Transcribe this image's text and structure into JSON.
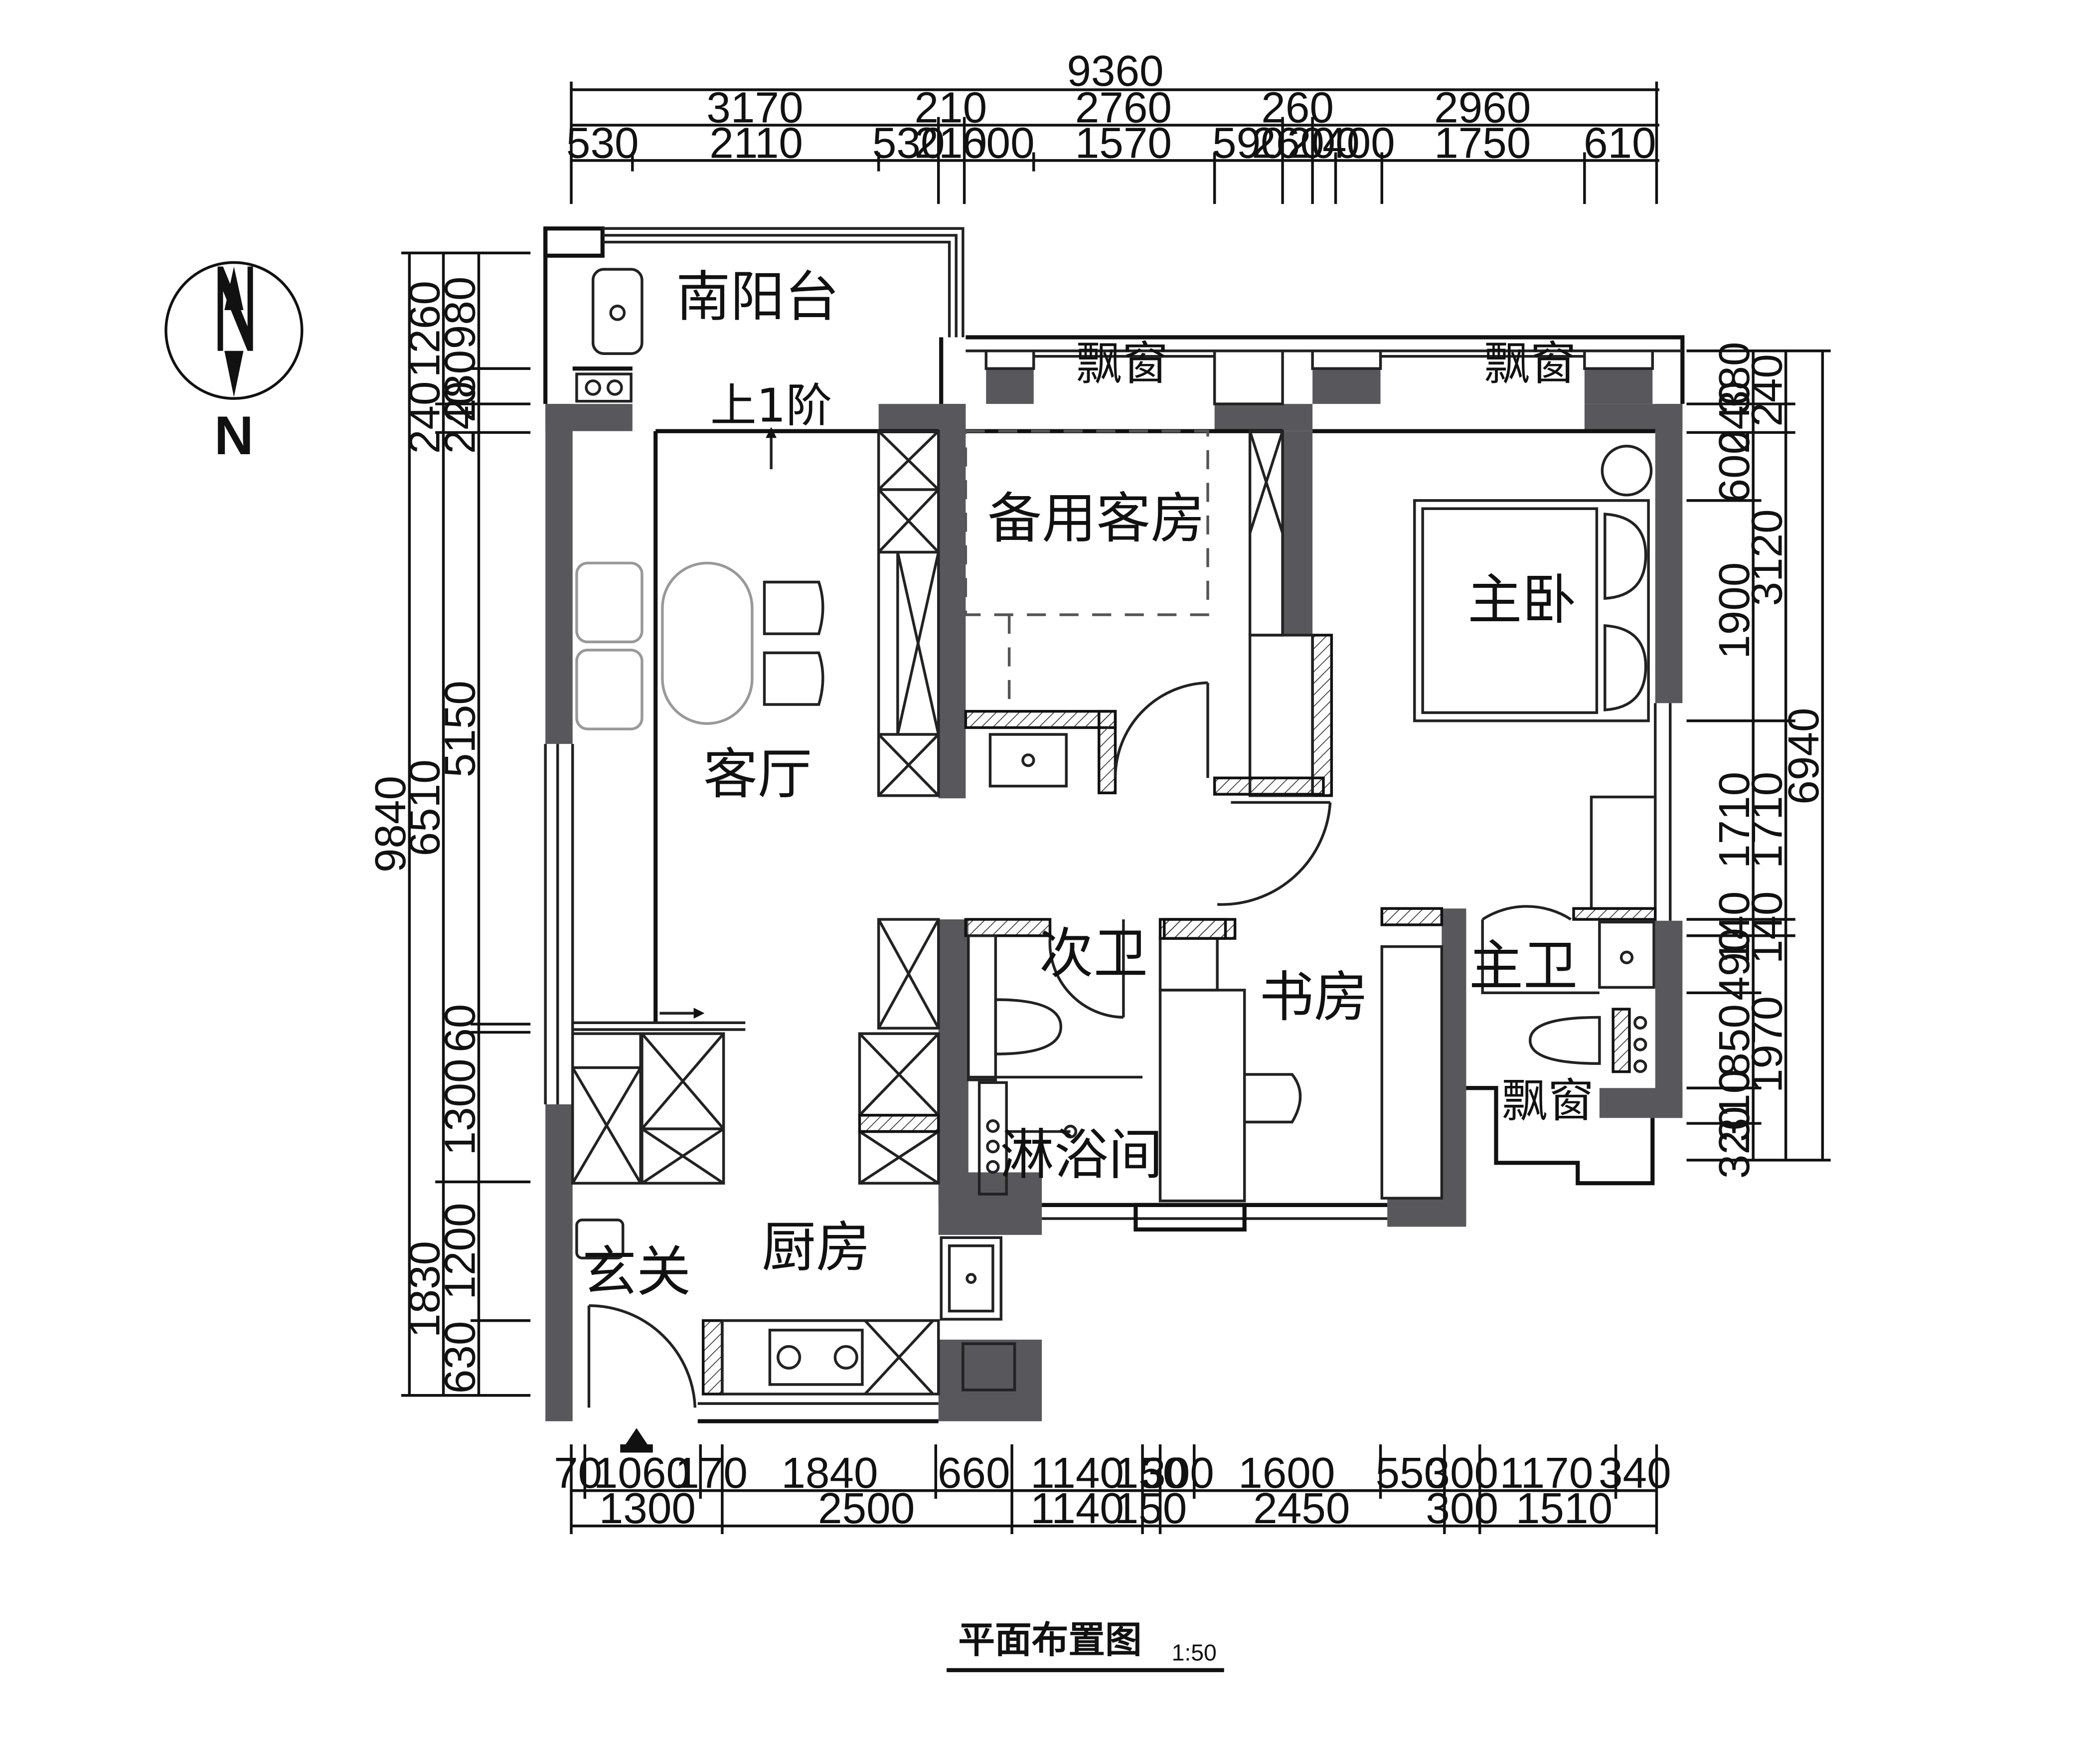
{
  "drawing": {
    "title": "平面布置图",
    "scale": "1:50",
    "north_label": "N"
  },
  "rooms": {
    "south_balcony": "南阳台",
    "guest_room": "备用客房",
    "master_bedroom": "主卧",
    "living_room": "客厅",
    "second_bath": "次卫",
    "study": "书房",
    "master_bath": "主卫",
    "shower": "淋浴间",
    "kitchen": "厨房",
    "entrance": "玄关",
    "bay_window_1": "飘窗",
    "bay_window_2": "飘窗",
    "bay_window_3": "飘窗",
    "step_note": "上1阶"
  },
  "dims_top": {
    "total": "9360",
    "row2": [
      "3170",
      "210",
      "2760",
      "260",
      "2960"
    ],
    "row3": [
      "530",
      "2110",
      "530",
      "210",
      "600",
      "1570",
      "590",
      "260",
      "200",
      "400",
      "1750",
      "610"
    ]
  },
  "dims_bottom": {
    "row1": [
      "70",
      "1060",
      "170",
      "1840",
      "660",
      "1140",
      "150",
      "300",
      "1600",
      "550",
      "300",
      "1170",
      "340"
    ],
    "row2": [
      "1300",
      "2500",
      "1140",
      "150",
      "2450",
      "300",
      "1510"
    ]
  },
  "dims_left": {
    "total": "9840",
    "col2": [
      "1260",
      "240",
      "6510",
      "1830"
    ],
    "col3": [
      "980",
      "280",
      "240",
      "5150",
      "60",
      "1300",
      "1200",
      "630"
    ]
  },
  "dims_right": {
    "col1": [
      "380",
      "240",
      "600",
      "1900",
      "1710",
      "140",
      "490",
      "850",
      "310",
      "320"
    ],
    "col2": [
      "240",
      "3120",
      "1710",
      "140",
      "1970"
    ],
    "total": "6940"
  }
}
